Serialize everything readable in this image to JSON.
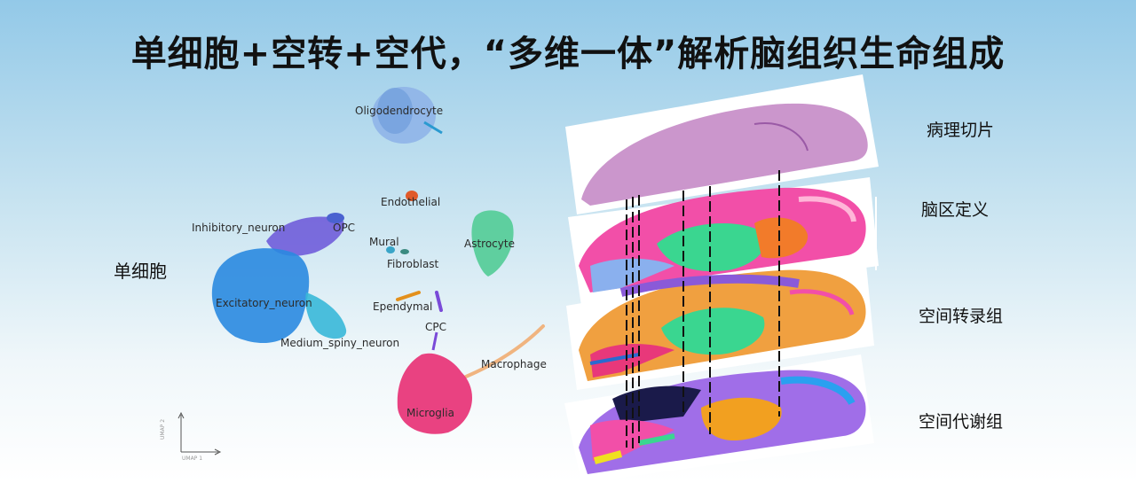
{
  "title": "单细胞+空转+空代，“多维一体”解析脑组织生命组成",
  "left_label": "单细胞",
  "umap": {
    "axis_x": "UMAP 1",
    "axis_y": "UMAP 2",
    "clusters": [
      {
        "label": "Oligodendrocyte",
        "color": "#7aa6e0"
      },
      {
        "label": "Endothelial",
        "color": "#e05a2a"
      },
      {
        "label": "Inhibitory_neuron",
        "color": "#6a55d8"
      },
      {
        "label": "OPC",
        "color": "#4a62d0"
      },
      {
        "label": "Mural",
        "color": "#3aa5c8"
      },
      {
        "label": "Astrocyte",
        "color": "#52cc96"
      },
      {
        "label": "Fibroblast",
        "color": "#3a8a80"
      },
      {
        "label": "Excitatory_neuron",
        "color": "#2a8ae0"
      },
      {
        "label": "Ependymal",
        "color": "#e3901c"
      },
      {
        "label": "Medium_spiny_neuron",
        "color": "#38b8d8"
      },
      {
        "label": "CPC",
        "color": "#7a4ad8"
      },
      {
        "label": "Macrophage",
        "color": "#f0b480"
      },
      {
        "label": "Microglia",
        "color": "#e8387a"
      }
    ]
  },
  "layers": [
    {
      "label": "病理切片"
    },
    {
      "label": "脑区定义"
    },
    {
      "label": "空间转录组"
    },
    {
      "label": "空间代谢组"
    }
  ]
}
